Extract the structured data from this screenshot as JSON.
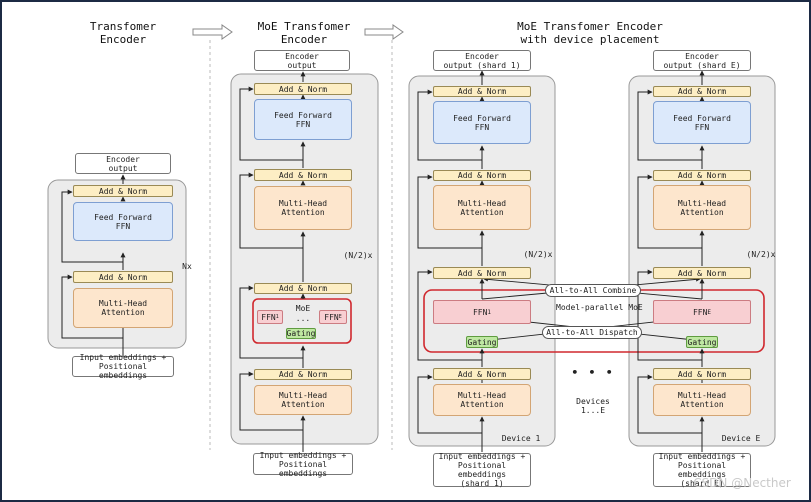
{
  "col1": {
    "title": "Transfomer\nEncoder",
    "output": "Encoder\noutput",
    "add_norm_top": "Add & Norm",
    "ffn": "Feed Forward\nFFN",
    "add_norm_mid": "Add & Norm",
    "mha": "Multi-Head\nAttention",
    "repeat": "Nx",
    "input": "Input embeddings +\nPositional embeddings"
  },
  "col2": {
    "title": "MoE Transfomer\nEncoder",
    "output": "Encoder\noutput",
    "add_norm_1": "Add & Norm",
    "ffn": "Feed Forward\nFFN",
    "add_norm_2": "Add & Norm",
    "mha_1": "Multi-Head\nAttention",
    "repeat": "(N/2)x",
    "add_norm_3": "Add & Norm",
    "moe_label": "MoE",
    "ffn_1": "FFN",
    "ffn_1_sub": "1",
    "dots": "...",
    "ffn_e": "FFN",
    "ffn_e_sub": "E",
    "gating": "Gating",
    "add_norm_4": "Add & Norm",
    "mha_2": "Multi-Head\nAttention",
    "input": "Input embeddings +\nPositional embeddings"
  },
  "col3": {
    "title": "MoE Transfomer Encoder\nwith device placement",
    "device1": {
      "output": "Encoder\noutput (shard 1)",
      "add_norm_1": "Add & Norm",
      "ffn": "Feed Forward\nFFN",
      "add_norm_2": "Add & Norm",
      "mha_1": "Multi-Head\nAttention",
      "add_norm_3": "Add & Norm",
      "ffn_moe": "FFN",
      "ffn_moe_sub": "1",
      "gating": "Gating",
      "add_norm_4": "Add & Norm",
      "mha_2": "Multi-Head\nAttention",
      "device": "Device 1",
      "input": "Input embeddings +\nPositional embeddings\n(shard 1)"
    },
    "deviceE": {
      "output": "Encoder\noutput (shard E)",
      "add_norm_1": "Add & Norm",
      "ffn": "Feed Forward\nFFN",
      "add_norm_2": "Add & Norm",
      "mha_1": "Multi-Head\nAttention",
      "add_norm_3": "Add & Norm",
      "ffn_moe": "FFN",
      "ffn_moe_sub": "E",
      "gating": "Gating",
      "add_norm_4": "Add & Norm",
      "mha_2": "Multi-Head\nAttention",
      "device": "Device E",
      "input": "Input embeddings +\nPositional embeddings\n(shard E)"
    },
    "repeat_1": "(N/2)x",
    "repeat_2": "(N/2)x",
    "combine": "All-to-All Combine",
    "dispatch": "All-to-All Dispatch",
    "model_parallel": "Model-parallel\nMoE",
    "ellipsis": "• • •",
    "devices": "Devices\n1...E"
  },
  "watermark": "CSDN @Necther",
  "colors": {
    "add_norm": "#fdeec4",
    "ffn": "#dce9fb",
    "attention": "#fde6cd",
    "moe_ffn": "#f8cfd2",
    "gating": "#bfe8a2",
    "moe_border": "#d0282e",
    "container": "#ececec"
  }
}
